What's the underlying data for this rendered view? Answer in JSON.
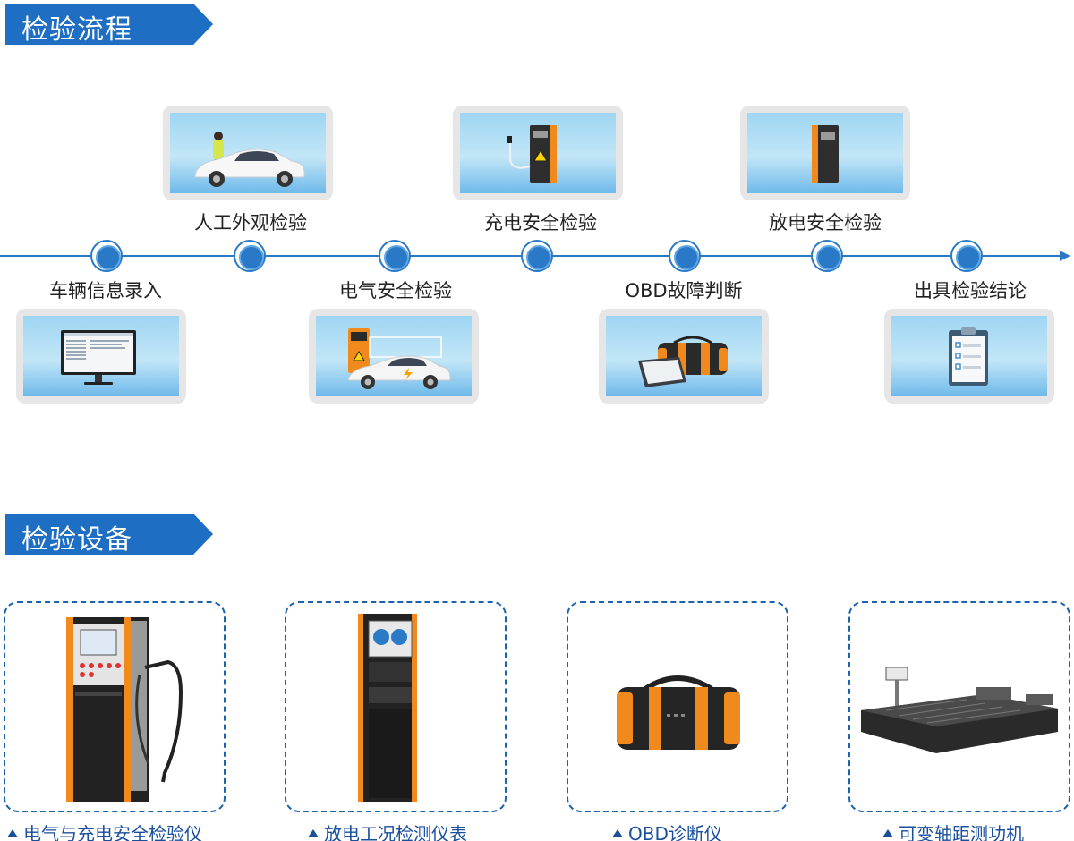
{
  "sections": {
    "process_title": "检验流程",
    "equipment_title": "检验设备"
  },
  "steps": [
    {
      "label": "车辆信息录入",
      "image": "monitor-icon"
    },
    {
      "label": "人工外观检验",
      "image": "car-with-inspector-icon"
    },
    {
      "label": "电气安全检验",
      "image": "charger-and-car-icon"
    },
    {
      "label": "充电安全检验",
      "image": "charging-station-icon"
    },
    {
      "label": "OBD故障判断",
      "image": "obd-tablet-icon"
    },
    {
      "label": "放电安全检验",
      "image": "discharge-cabinet-icon"
    },
    {
      "label": "出具检验结论",
      "image": "clipboard-icon"
    }
  ],
  "equipment": [
    {
      "caption": "电气与充电安全检验仪",
      "image": "charger-tester-icon"
    },
    {
      "caption": "放电工况检测仪表",
      "image": "discharge-meter-icon"
    },
    {
      "caption": "OBD诊断仪",
      "image": "obd-diagnostic-icon"
    },
    {
      "caption": "可变轴距测功机",
      "image": "dynamometer-icon"
    }
  ],
  "colors": {
    "accent": "#2a79c6",
    "tag_fill": "#1e6fc4",
    "caption_text": "#1a4f9c",
    "card_bg": "#e6e6e6",
    "device_orange": "#f08a1c"
  }
}
